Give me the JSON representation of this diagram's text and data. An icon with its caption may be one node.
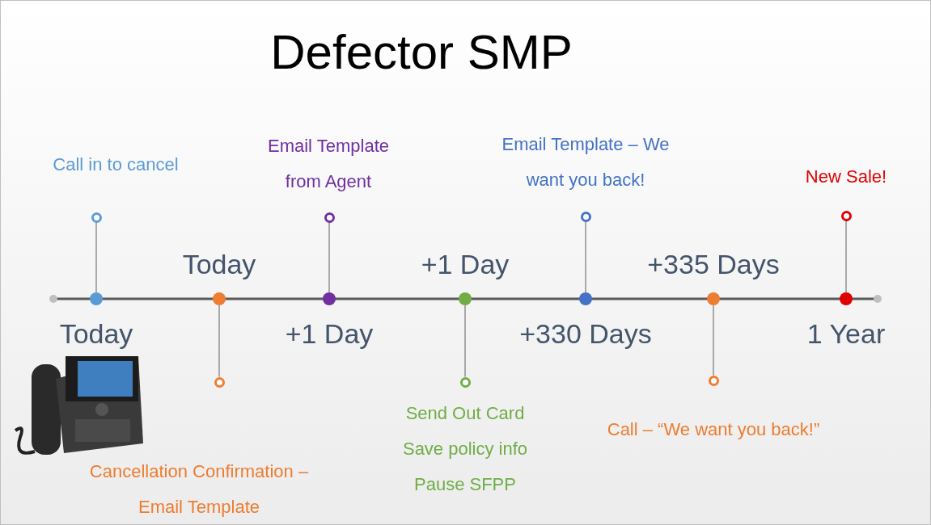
{
  "diagram": {
    "title": "Defector SMP",
    "nodes": [
      {
        "text": [
          "Call in to cancel"
        ]
      },
      {
        "text": [],
        "shape": "circle"
      },
      {
        "text": [],
        "shape": "circle",
        "beside": [
          "Today"
        ]
      },
      {
        "text": [],
        "shape": "circle",
        "beside": [
          "Today"
        ]
      },
      {
        "text": [],
        "shape": "circle"
      },
      {
        "text": [
          "Cancellation Confirmation – Email Template"
        ]
      },
      {
        "text": [
          "Email Template from Agent"
        ]
      },
      {
        "text": [],
        "shape": "circle"
      },
      {
        "text": [],
        "shape": "circle",
        "beside": [
          "+1 Day"
        ]
      },
      {
        "text": [],
        "shape": "circle",
        "beside": [
          "+1 Day"
        ]
      },
      {
        "text": [],
        "shape": "circle"
      },
      {
        "text": [
          "Send Out Card",
          "Save policy info",
          "Pause SFPP"
        ]
      },
      {
        "text": [
          "Email Template – We want you back!"
        ]
      },
      {
        "text": [],
        "shape": "circle"
      },
      {
        "text": [],
        "shape": "circle",
        "beside": [
          "+330 Days"
        ]
      },
      {
        "text": [],
        "shape": "circle",
        "beside": [
          "+335 Days"
        ]
      },
      {
        "text": [],
        "shape": "circle"
      },
      {
        "text": [
          "Call – “We want you back!”"
        ]
      },
      {
        "text": [
          "New Sale!"
        ]
      },
      {
        "text": [],
        "shape": "circle"
      },
      {
        "text": [],
        "shape": "circle",
        "beside": [
          "1 Year"
        ]
      }
    ],
    "edges": [
      {
        "from": 2,
        "to": 1,
        "arrow": "none"
      },
      {
        "from": 3,
        "to": 4,
        "arrow": "none"
      },
      {
        "from": 8,
        "to": 7,
        "arrow": "none"
      },
      {
        "from": 9,
        "to": 10,
        "arrow": "none"
      },
      {
        "from": 14,
        "to": 13,
        "arrow": "none"
      },
      {
        "from": 15,
        "to": 16,
        "arrow": "none"
      },
      {
        "from": 20,
        "to": 19,
        "arrow": "none"
      }
    ]
  }
}
